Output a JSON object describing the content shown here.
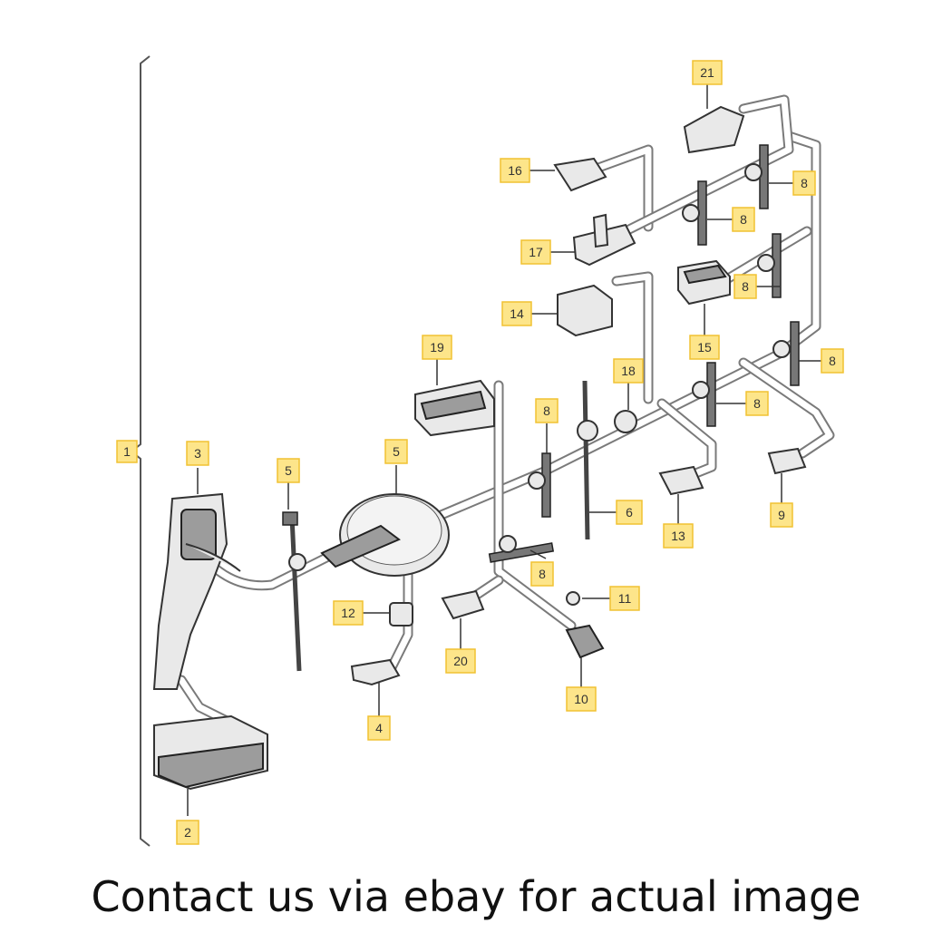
{
  "diagram": {
    "labels": {
      "p1": "1",
      "p2": "2",
      "p3": "3",
      "p4": "4",
      "p5a": "5",
      "p5b": "5",
      "p6": "6",
      "p8a": "8",
      "p8b": "8",
      "p8c": "8",
      "p8d": "8",
      "p8e": "8",
      "p8f": "8",
      "p8g": "8",
      "p9": "9",
      "p10": "10",
      "p11": "11",
      "p12": "12",
      "p13": "13",
      "p14": "14",
      "p15": "15",
      "p16": "16",
      "p17": "17",
      "p18": "18",
      "p19": "19",
      "p20": "20",
      "p21": "21"
    }
  },
  "caption": "Contact us via ebay for actual image",
  "colors": {
    "label_fill": "#fde58a",
    "label_border": "#f1c232",
    "harness": "#7a7a7a"
  }
}
